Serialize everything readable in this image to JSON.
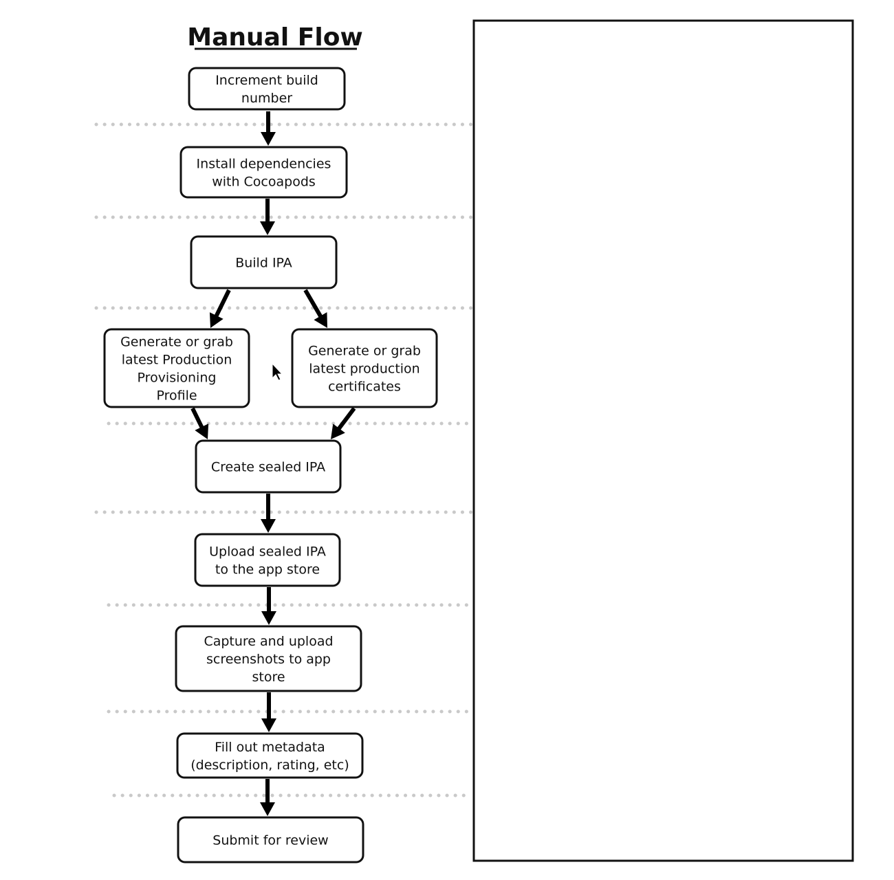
{
  "title": "Manual Flow",
  "nodes": [
    {
      "id": "increment",
      "lines": [
        "Increment build",
        "number"
      ]
    },
    {
      "id": "install",
      "lines": [
        "Install dependencies",
        "with Cocoapods"
      ]
    },
    {
      "id": "build",
      "lines": [
        "Build IPA"
      ]
    },
    {
      "id": "profile",
      "lines": [
        "Generate or grab",
        "latest Production",
        "Provisioning",
        "Profile"
      ]
    },
    {
      "id": "certs",
      "lines": [
        "Generate or grab",
        "latest production",
        "certificates"
      ]
    },
    {
      "id": "sealed",
      "lines": [
        "Create sealed IPA"
      ]
    },
    {
      "id": "upload",
      "lines": [
        "Upload sealed IPA",
        "to the app store"
      ]
    },
    {
      "id": "screenshots",
      "lines": [
        "Capture and upload",
        "screenshots to app",
        "store"
      ]
    },
    {
      "id": "metadata",
      "lines": [
        "Fill out metadata",
        "(description, rating, etc)"
      ]
    },
    {
      "id": "submit",
      "lines": [
        "Submit for review"
      ]
    }
  ],
  "edges": [
    {
      "from": "increment",
      "to": "install"
    },
    {
      "from": "install",
      "to": "build"
    },
    {
      "from": "build",
      "to": "profile"
    },
    {
      "from": "build",
      "to": "certs"
    },
    {
      "from": "profile",
      "to": "sealed"
    },
    {
      "from": "certs",
      "to": "sealed"
    },
    {
      "from": "sealed",
      "to": "upload"
    },
    {
      "from": "upload",
      "to": "screenshots"
    },
    {
      "from": "screenshots",
      "to": "metadata"
    },
    {
      "from": "metadata",
      "to": "submit"
    }
  ],
  "colors": {
    "stroke": "#111111",
    "separator": "#c9c9c9",
    "background": "#ffffff"
  }
}
